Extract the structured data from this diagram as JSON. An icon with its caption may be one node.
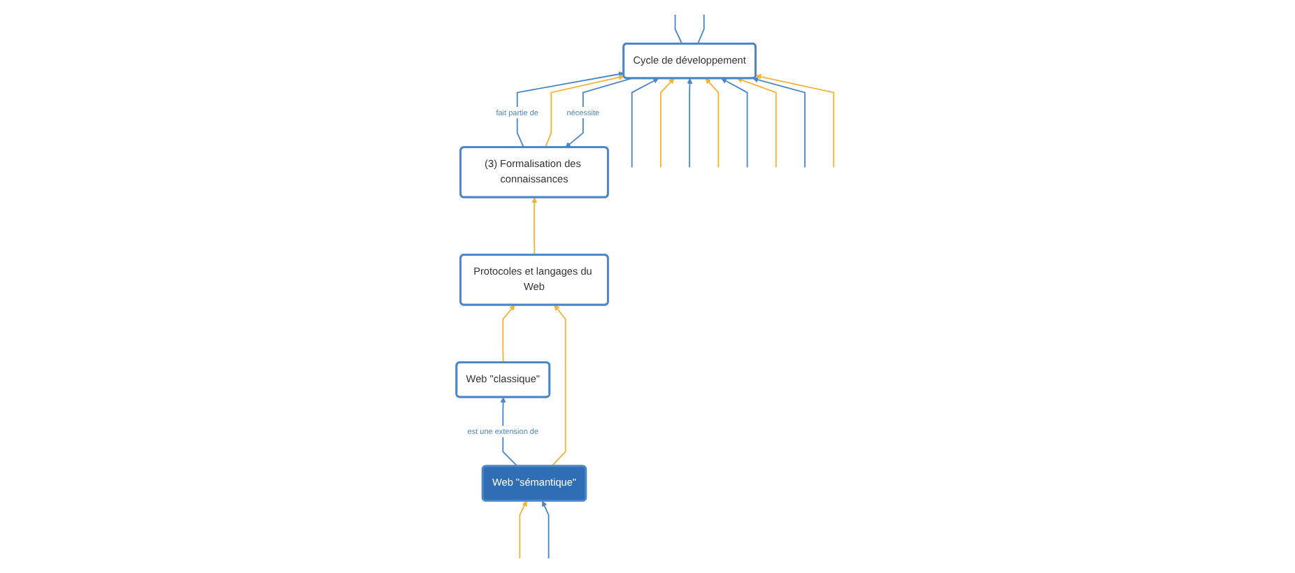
{
  "diagram": {
    "nodes": [
      {
        "text": [
          "Cycle de développement"
        ]
      },
      {
        "text": [
          "(3) Formalisation des connaissances"
        ]
      },
      {
        "text": [
          "Protocoles et langages du Web"
        ]
      },
      {
        "text": [
          "Web \"classique\""
        ]
      },
      {
        "text": [
          "Web \"sémantique\""
        ]
      }
    ],
    "edges": [
      {
        "from": 1,
        "to": 0,
        "arrow": "to",
        "label": "fait partie de"
      },
      {
        "from": 0,
        "to": 1,
        "arrow": "to",
        "label": "nécessite"
      },
      {
        "from": 1,
        "to": 0,
        "arrow": "to",
        "color": "#f5b335"
      },
      {
        "from": 2,
        "to": 1,
        "arrow": "to",
        "color": "#f5b335"
      },
      {
        "from": 3,
        "to": 2,
        "arrow": "to",
        "color": "#f5b335"
      },
      {
        "from": 4,
        "to": 3,
        "arrow": "to",
        "label": "est une extension de"
      },
      {
        "from": 4,
        "to": 2,
        "arrow": "to",
        "color": "#f5b335"
      },
      {
        "from": null,
        "to": 0,
        "arrow": "to"
      },
      {
        "from": null,
        "to": 0,
        "arrow": "to",
        "color": "#f5b335"
      },
      {
        "from": null,
        "to": 0,
        "arrow": "to"
      },
      {
        "from": 0,
        "to": null,
        "arrow": "none"
      },
      {
        "from": null,
        "to": 0,
        "arrow": "to",
        "color": "#f5b335"
      },
      {
        "from": null,
        "to": 0,
        "arrow": "to"
      },
      {
        "from": 0,
        "to": null,
        "arrow": "none"
      },
      {
        "from": null,
        "to": 0,
        "arrow": "to",
        "color": "#f5b335"
      },
      {
        "from": null,
        "to": 0,
        "arrow": "to"
      },
      {
        "from": null,
        "to": 0,
        "arrow": "to",
        "color": "#f5b335"
      },
      {
        "from": null,
        "to": 4,
        "arrow": "to",
        "color": "#f5b335"
      },
      {
        "from": null,
        "to": 4,
        "arrow": "to"
      }
    ]
  }
}
